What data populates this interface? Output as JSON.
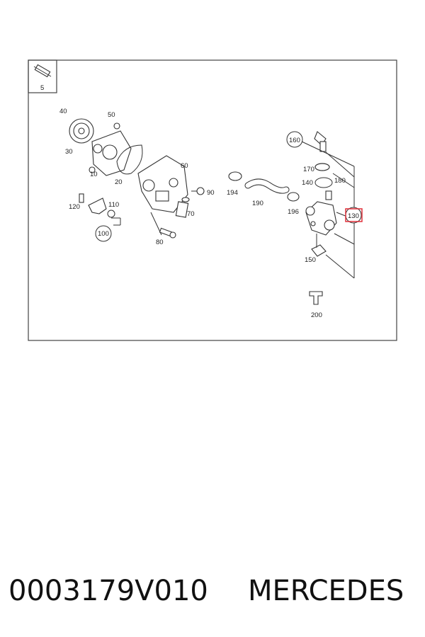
{
  "diagram": {
    "inset_label": "5",
    "callouts": [
      "40",
      "50",
      "30",
      "10",
      "20",
      "60",
      "90",
      "70",
      "80",
      "120",
      "110",
      "100",
      "194",
      "190",
      "196",
      "160",
      "170",
      "140",
      "180",
      "130",
      "150",
      "200"
    ],
    "highlighted_callout": "130",
    "highlight_color": "#e0303a"
  },
  "caption": {
    "part_number": "0003179V010",
    "brand": "MERCEDES"
  }
}
